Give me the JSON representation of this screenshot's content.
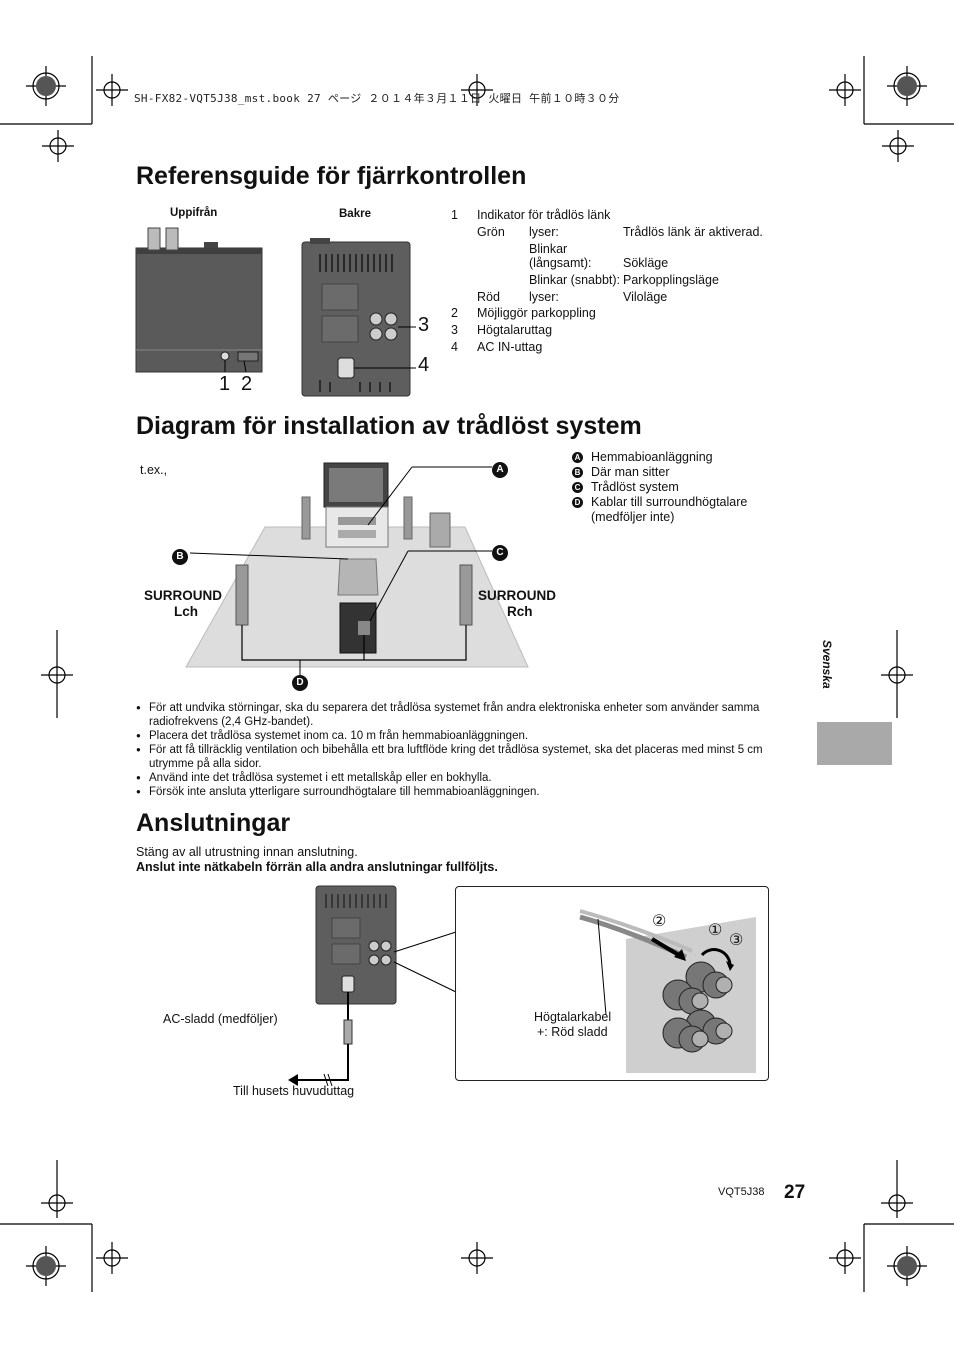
{
  "header": {
    "file_line": "SH-FX82-VQT5J38_mst.book  27 ページ  ２０１４年３月１１日  火曜日  午前１０時３０分"
  },
  "section1": {
    "title": "Referensguide för fjärrkontrollen",
    "label_top": "Uppifrån",
    "label_back": "Bakre",
    "callouts": [
      "1",
      "2",
      "3",
      "4"
    ],
    "items": {
      "n1": "1",
      "t1": "Indikator för trådlös länk",
      "gron": "Grön",
      "lyser1": "lyser:",
      "v1": "Trådlös länk är aktiverad.",
      "blinkar_a": "Blinkar",
      "langsamt": "(långsamt):",
      "v2": "Sökläge",
      "blinkar_b": "Blinkar (snabbt):",
      "v3": "Parkopplingsläge",
      "rod": "Röd",
      "lyser2": "lyser:",
      "v4": "Viloläge",
      "n2": "2",
      "t2": "Möjliggör parkoppling",
      "n3": "3",
      "t3": "Högtalaruttag",
      "n4": "4",
      "t4": "AC IN-uttag"
    }
  },
  "section2": {
    "title": "Diagram för installation av trådlöst system",
    "example": "t.ex.,",
    "badges": [
      "A",
      "B",
      "C",
      "D"
    ],
    "legend": [
      {
        "key": "A",
        "text": "Hemmabioanläggning"
      },
      {
        "key": "B",
        "text": "Där man sitter"
      },
      {
        "key": "C",
        "text": "Trådlöst system"
      },
      {
        "key": "D",
        "text": "Kablar till surroundhögtalare"
      },
      {
        "key": "",
        "text": "(medföljer inte)"
      }
    ],
    "surround_l1": "SURROUND",
    "surround_l2": "Lch",
    "surround_r1": "SURROUND",
    "surround_r2": "Rch",
    "bullets": [
      "För att undvika störningar, ska du separera det trådlösa systemet från andra elektroniska enheter som använder samma radiofrekvens (2,4 GHz-bandet).",
      "Placera det trådlösa systemet inom ca. 10 m från hemmabioanläggningen.",
      "För att få tillräcklig ventilation och bibehålla ett bra luftflöde kring det trådlösa systemet, ska det placeras med minst 5 cm utrymme på alla sidor.",
      "Använd inte det trådlösa systemet i ett metallskåp eller en bokhylla.",
      "Försök inte ansluta ytterligare surroundhögtalare till hemmabioanläggningen."
    ]
  },
  "section3": {
    "title": "Anslutningar",
    "line1": "Stäng av all utrustning innan anslutning.",
    "line2": "Anslut inte nätkabeln förrän alla andra anslutningar fullföljts.",
    "ac_cord": "AC-sladd (medföljer)",
    "outlet": "Till husets huvuduttag",
    "speaker_cable": "Högtalarkabel",
    "red_wire": "+: Röd sladd",
    "steps": [
      "①",
      "②",
      "③"
    ]
  },
  "side_tab": {
    "language": "Svenska"
  },
  "footer": {
    "code": "VQT5J38",
    "page": "27"
  }
}
